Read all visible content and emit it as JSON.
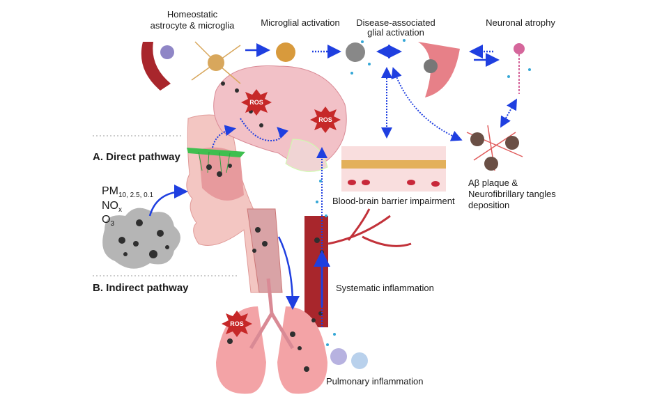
{
  "labels": {
    "homeostatic_line1": "Homeostatic",
    "homeostatic_line2": "astrocyte & microglia",
    "microglial_activation": "Microglial activation",
    "disease_line1": "Disease-associated",
    "disease_line2": "glial activation",
    "neuronal_atrophy": "Neuronal atrophy",
    "direct_pathway": "A. Direct pathway",
    "indirect_pathway": "B. Indirect pathway",
    "pollutant_pm": "PM",
    "pollutant_pm_sub": "10, 2.5, 0.1",
    "pollutant_no": "NO",
    "pollutant_no_sub": "x",
    "pollutant_o": "O",
    "pollutant_o_sub": "3",
    "bbb": "Blood-brain barrier impairment",
    "plaque_line1": "Aβ plaque &",
    "plaque_line2": "Neurofibrillary tangles",
    "plaque_line3": "deposition",
    "systematic": "Systematic inflammation",
    "pulmonary": "Pulmonary inflammation",
    "ros": "ROS"
  },
  "colors": {
    "arrow": "#1f3fe0",
    "particle": "#2f2f2f",
    "tissue": "#f2b7b7",
    "vessel": "#a8262c",
    "ros": "#c62828"
  }
}
